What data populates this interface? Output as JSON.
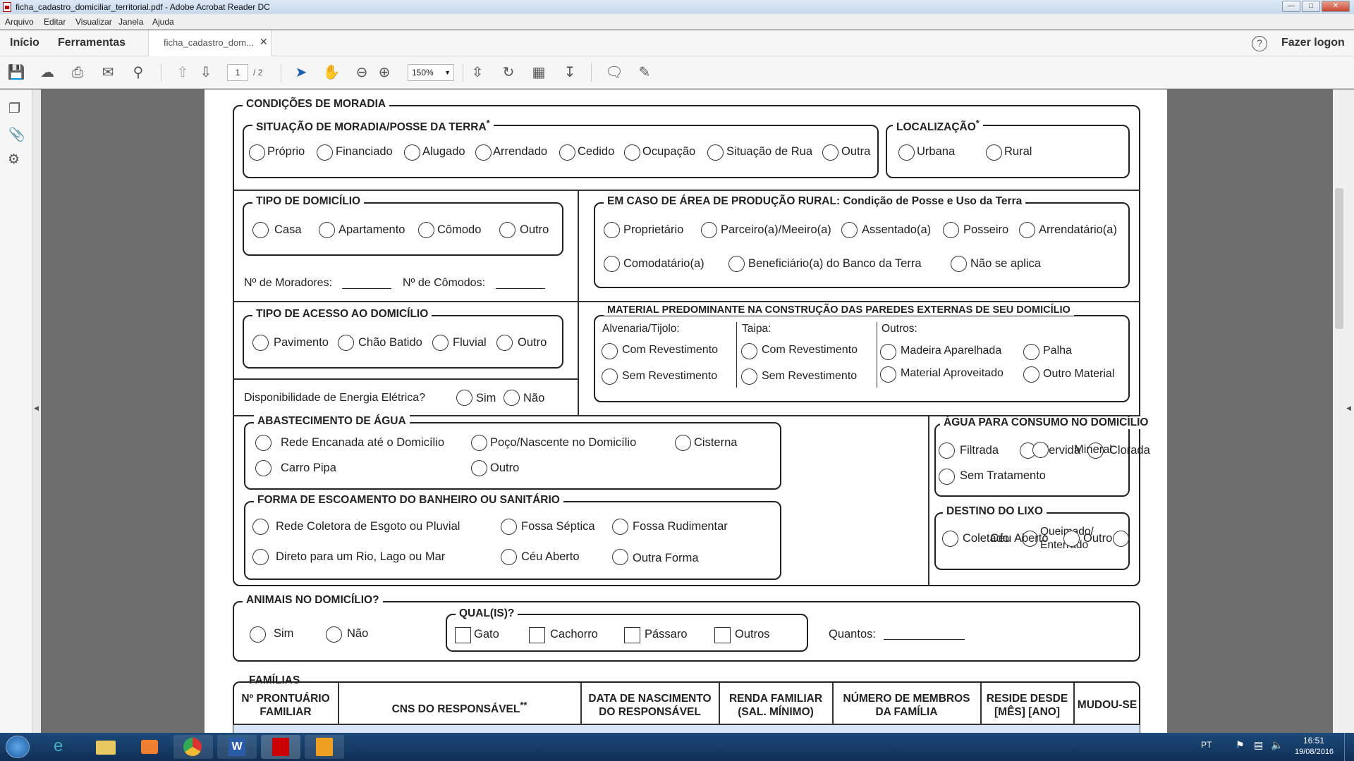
{
  "window": {
    "title": "ficha_cadastro_domiciliar_territorial.pdf - Adobe Acrobat Reader DC"
  },
  "menu": [
    "Arquivo",
    "Editar",
    "Visualizar",
    "Janela",
    "Ajuda"
  ],
  "tabs": {
    "home": "Início",
    "tools": "Ferramentas",
    "doc": "ficha_cadastro_dom...",
    "login": "Fazer logon"
  },
  "toolbar": {
    "page_current": "1",
    "page_total": "/ 2",
    "zoom": "150%"
  },
  "form": {
    "moradia": {
      "title": "CONDIÇÕES DE MORADIA",
      "situacao": {
        "title": "SITUAÇÃO DE MORADIA/POSSE DA TERRA",
        "options": [
          "Próprio",
          "Financiado",
          "Alugado",
          "Arrendado",
          "Cedido",
          "Ocupação",
          "Situação de Rua",
          "Outra"
        ]
      },
      "localizacao": {
        "title": "LOCALIZAÇÃO",
        "options": [
          "Urbana",
          "Rural"
        ]
      },
      "tipo_domicilio": {
        "title": "TIPO DE DOMICÍLIO",
        "options": [
          "Casa",
          "Apartamento",
          "Cômodo",
          "Outro"
        ]
      },
      "rural": {
        "title": "EM CASO DE ÁREA DE PRODUÇÃO RURAL: Condição de Posse e Uso da Terra",
        "options": [
          "Proprietário",
          "Parceiro(a)/Meeiro(a)",
          "Assentado(a)",
          "Posseiro",
          "Arrendatário(a)",
          "Comodatário(a)",
          "Beneficiário(a) do Banco da Terra",
          "Não se aplica"
        ]
      },
      "moradores": "Nº de Moradores:",
      "comodos": "Nº de Cômodos:",
      "acesso": {
        "title": "TIPO DE ACESSO AO DOMICÍLIO",
        "options": [
          "Pavimento",
          "Chão Batido",
          "Fluvial",
          "Outro"
        ]
      },
      "material": {
        "title": "MATERIAL PREDOMINANTE NA CONSTRUÇÃO DAS PAREDES EXTERNAS DE SEU DOMICÍLIO",
        "alvenaria": "Alvenaria/Tijolo:",
        "taipa": "Taipa:",
        "outros": "Outros:",
        "com": "Com Revestimento",
        "sem": "Sem Revestimento",
        "madeira": "Madeira Aparelhada",
        "palha": "Palha",
        "aproveitado": "Material Aproveitado",
        "outro_mat": "Outro Material"
      },
      "energia": {
        "label": "Disponibilidade de Energia Elétrica?",
        "sim": "Sim",
        "nao": "Não"
      },
      "agua": {
        "title": "ABASTECIMENTO DE ÁGUA",
        "options": [
          "Rede Encanada até o Domicílio",
          "Poço/Nascente no Domicílio",
          "Cisterna",
          "Carro Pipa",
          "Outro"
        ]
      },
      "consumo": {
        "title": "ÁGUA PARA CONSUMO NO DOMICÍLIO",
        "options": [
          "Filtrada",
          "Fervida",
          "Clorada",
          "Mineral",
          "Sem Tratamento"
        ]
      },
      "escoamento": {
        "title": "FORMA DE ESCOAMENTO DO BANHEIRO OU SANITÁRIO",
        "options": [
          "Rede Coletora de Esgoto ou Pluvial",
          "Fossa Séptica",
          "Fossa Rudimentar",
          "Direto para um Rio, Lago ou Mar",
          "Céu Aberto",
          "Outra Forma"
        ]
      },
      "lixo": {
        "title": "DESTINO DO LIXO",
        "options": [
          "Coletado",
          "Queimado/",
          "Enterrado",
          "Céu Aberto",
          "Outro"
        ]
      }
    },
    "animais": {
      "title": "ANIMAIS NO DOMICÍLIO?",
      "sim": "Sim",
      "nao": "Não",
      "qual": "QUAL(IS)?",
      "options": [
        "Gato",
        "Cachorro",
        "Pássaro",
        "Outros"
      ],
      "quantos": "Quantos:"
    },
    "familias": {
      "title": "FAMÍLIAS",
      "headers": [
        [
          "Nº PRONTUÁRIO",
          "FAMILIAR"
        ],
        [
          "CNS DO RESPONSÁVEL"
        ],
        [
          "DATA DE NASCIMENTO",
          "DO RESPONSÁVEL"
        ],
        [
          "RENDA FAMILIAR",
          "(SAL. MÍNIMO)"
        ],
        [
          "NÚMERO DE MEMBROS",
          "DA FAMÍLIA"
        ],
        [
          "RESIDE DESDE",
          "[MÊS]  [ANO]"
        ],
        [
          "MUDOU-SE"
        ]
      ]
    }
  },
  "taskbar": {
    "lang": "PT",
    "time": "16:51",
    "date": "19/08/2016"
  }
}
